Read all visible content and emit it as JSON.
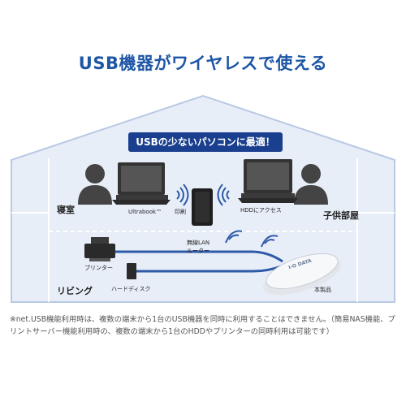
{
  "headline": "USB機器がワイヤレスで使える",
  "banner": "USBの少ないパソコンに最適！",
  "rooms": {
    "bedroom": "寝室",
    "kids_room": "子供部屋",
    "living": "リビング"
  },
  "devices": {
    "ultrabook": "Ultrabook™",
    "printing": "印刷",
    "hdd_access": "HDDにアクセス",
    "router": "無線LAN\nルーター",
    "printer": "プリンター",
    "harddisk": "ハードディスク",
    "product": "本製品"
  },
  "product_logo": "I-O DATA",
  "footnote": "※net.USB機能利用時は、複数の端末から1台のUSB機器を同時に利用することはできません。（簡易NAS機能、プリントサーバー機能利用時の、複数の端末から1台のHDDやプリンターの同時利用は可能です）",
  "colors": {
    "headline": "#1e56a6",
    "banner": "#1a3f8e",
    "house_fill": "#e8eef8",
    "house_stroke": "#b9c9e4",
    "cable": "#2e5aa8",
    "wifi": "#2e5aa8"
  }
}
